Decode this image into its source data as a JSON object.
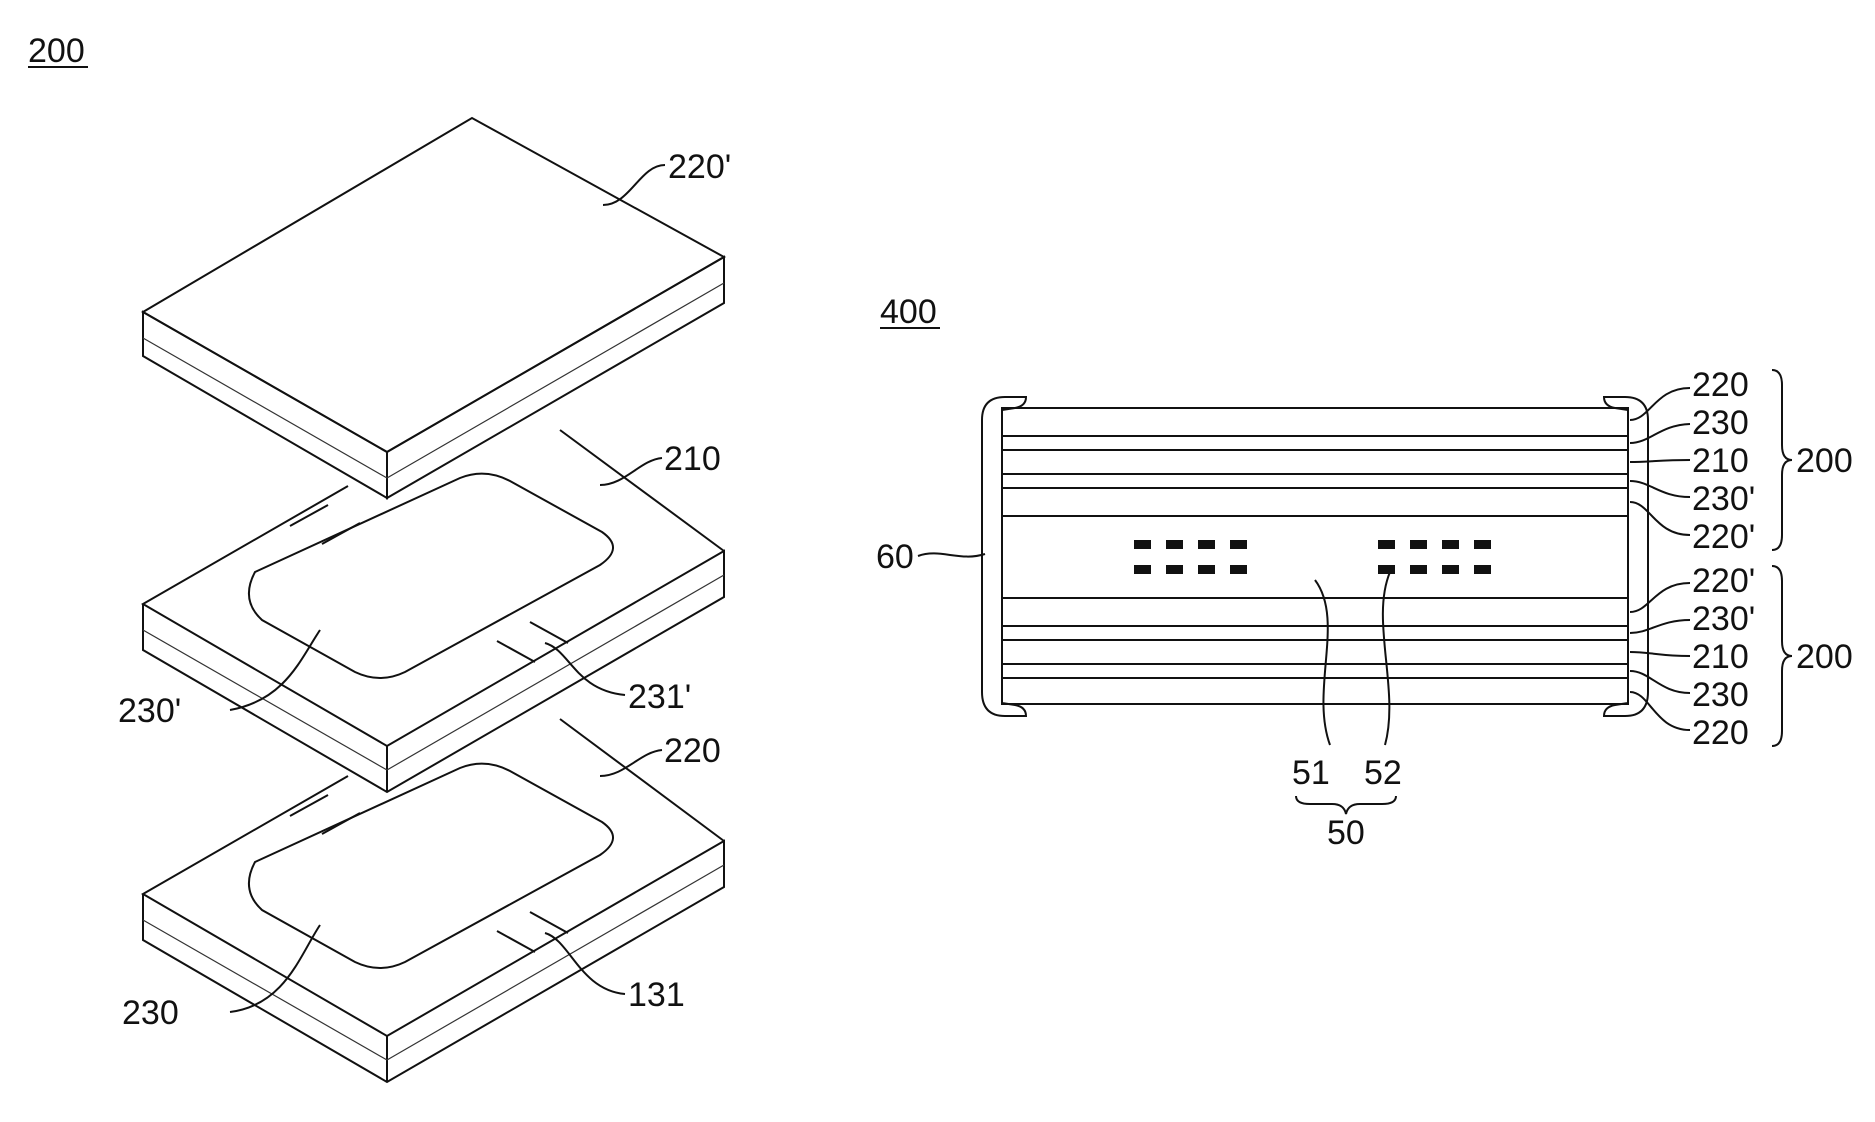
{
  "figure_left": {
    "ref": "200",
    "labels": {
      "top_cover": "220'",
      "middle_layer": "210",
      "middle_electrode": "230'",
      "middle_tab": "231'",
      "bottom_layer": "220",
      "bottom_electrode": "230",
      "bottom_tab": "131"
    }
  },
  "figure_right": {
    "ref": "400",
    "shell_label": "60",
    "top_stack": [
      "220",
      "230",
      "210",
      "230'",
      "220'"
    ],
    "bottom_stack": [
      "220'",
      "230'",
      "210",
      "230",
      "220"
    ],
    "stack_group_label": "200",
    "core_labels": {
      "part_a": "51",
      "part_b": "52",
      "group": "50"
    }
  },
  "colors": {
    "line": "#111111",
    "background": "#ffffff",
    "dots": "#d9d9d9",
    "hatch": "#555555"
  }
}
